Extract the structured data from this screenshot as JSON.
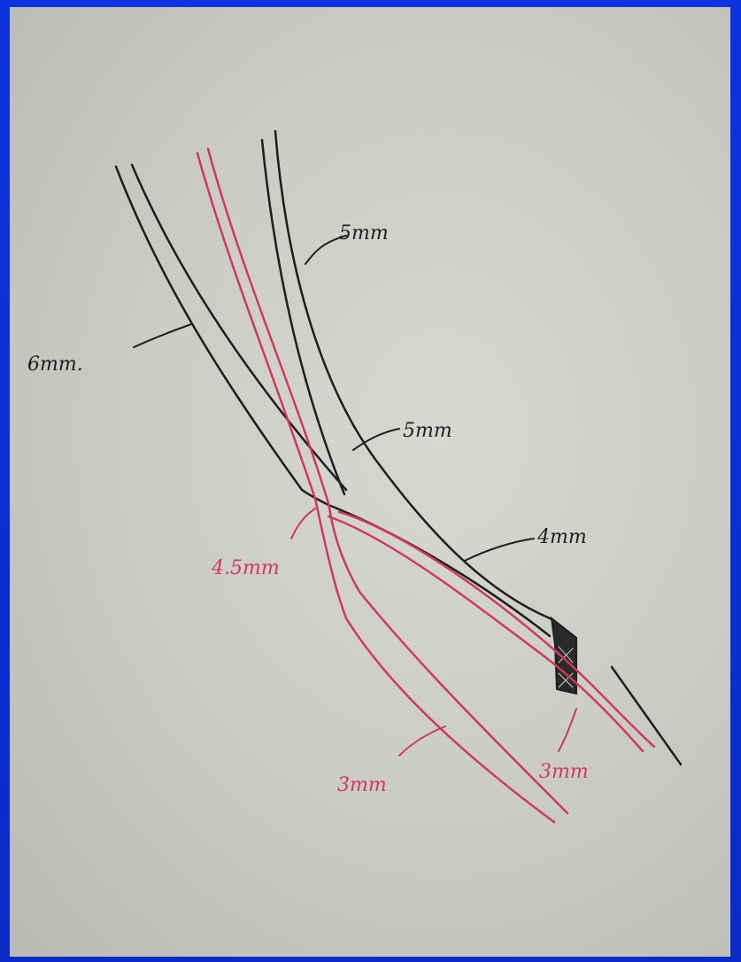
{
  "sketch": {
    "labels": {
      "upper_right_vessel": "5mm",
      "left_vessel": "6mm.",
      "junction_vessel": "5mm",
      "distal_vessel": "4mm",
      "red_junction": "4.5mm",
      "red_left_branch": "3mm",
      "red_right_branch": "3mm"
    },
    "colors": {
      "black_ink": "#1e1e1e",
      "red_ink": "#cf3a5a",
      "paper": "#d0d0cc",
      "frame": "#0b30d8"
    }
  }
}
